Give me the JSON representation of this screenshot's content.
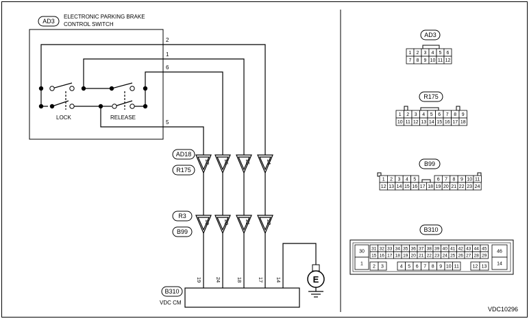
{
  "switch": {
    "tag": "AD3",
    "title_line1": "ELECTRONIC PARKING BRAKE",
    "title_line2": "CONTROL SWITCH",
    "lock_label": "LOCK",
    "release_label": "RELEASE"
  },
  "wires": {
    "w2": "2",
    "w1": "1",
    "w6": "6",
    "w5": "5"
  },
  "connectors": {
    "upper_tag1": "AD18",
    "upper_tag2": "R175",
    "upper_pins": [
      "17",
      "16",
      "15",
      "14"
    ],
    "lower_tag1": "R3",
    "lower_tag2": "B99",
    "lower_pins": [
      "19",
      "20",
      "21",
      "22"
    ]
  },
  "module": {
    "tag": "B310",
    "label": "VDC CM",
    "pins": [
      "19",
      "24",
      "18",
      "17",
      "14"
    ],
    "ground_label": "E"
  },
  "right_panel": {
    "ad3": {
      "title": "AD3",
      "row1": [
        "1",
        "2",
        "3",
        "4",
        "5",
        "6"
      ],
      "row2": [
        "7",
        "8",
        "9",
        "10",
        "11",
        "12"
      ]
    },
    "r175": {
      "title": "R175",
      "row1": [
        "1",
        "2",
        "3",
        "4",
        "5",
        "6",
        "7",
        "8",
        "9"
      ],
      "row2": [
        "10",
        "11",
        "12",
        "13",
        "14",
        "15",
        "16",
        "17",
        "18"
      ]
    },
    "b99": {
      "title": "B99",
      "row1a": [
        "1",
        "2",
        "3",
        "4",
        "5"
      ],
      "row1b": [
        "6",
        "7",
        "8",
        "9",
        "10",
        "11"
      ],
      "row2": [
        "12",
        "13",
        "14",
        "15",
        "16",
        "17",
        "18",
        "19",
        "20",
        "21",
        "22",
        "23",
        "24"
      ]
    },
    "b310": {
      "title": "B310",
      "left_top": "30",
      "left_bottom": "1",
      "row1": [
        "31",
        "32",
        "33",
        "34",
        "35",
        "36",
        "37",
        "38",
        "39",
        "40",
        "41",
        "42",
        "43",
        "44",
        "45"
      ],
      "row2": [
        "15",
        "16",
        "17",
        "18",
        "19",
        "20",
        "21",
        "22",
        "23",
        "24",
        "25",
        "26",
        "27",
        "28",
        "29"
      ],
      "row3a": [
        "2",
        "3"
      ],
      "row3b": [
        "4",
        "5",
        "6",
        "7",
        "8",
        "9",
        "10",
        "11"
      ],
      "row3c": [
        "12",
        "13"
      ],
      "right_top": "46",
      "right_bottom": "14"
    }
  },
  "figure_code": "VDC10296"
}
